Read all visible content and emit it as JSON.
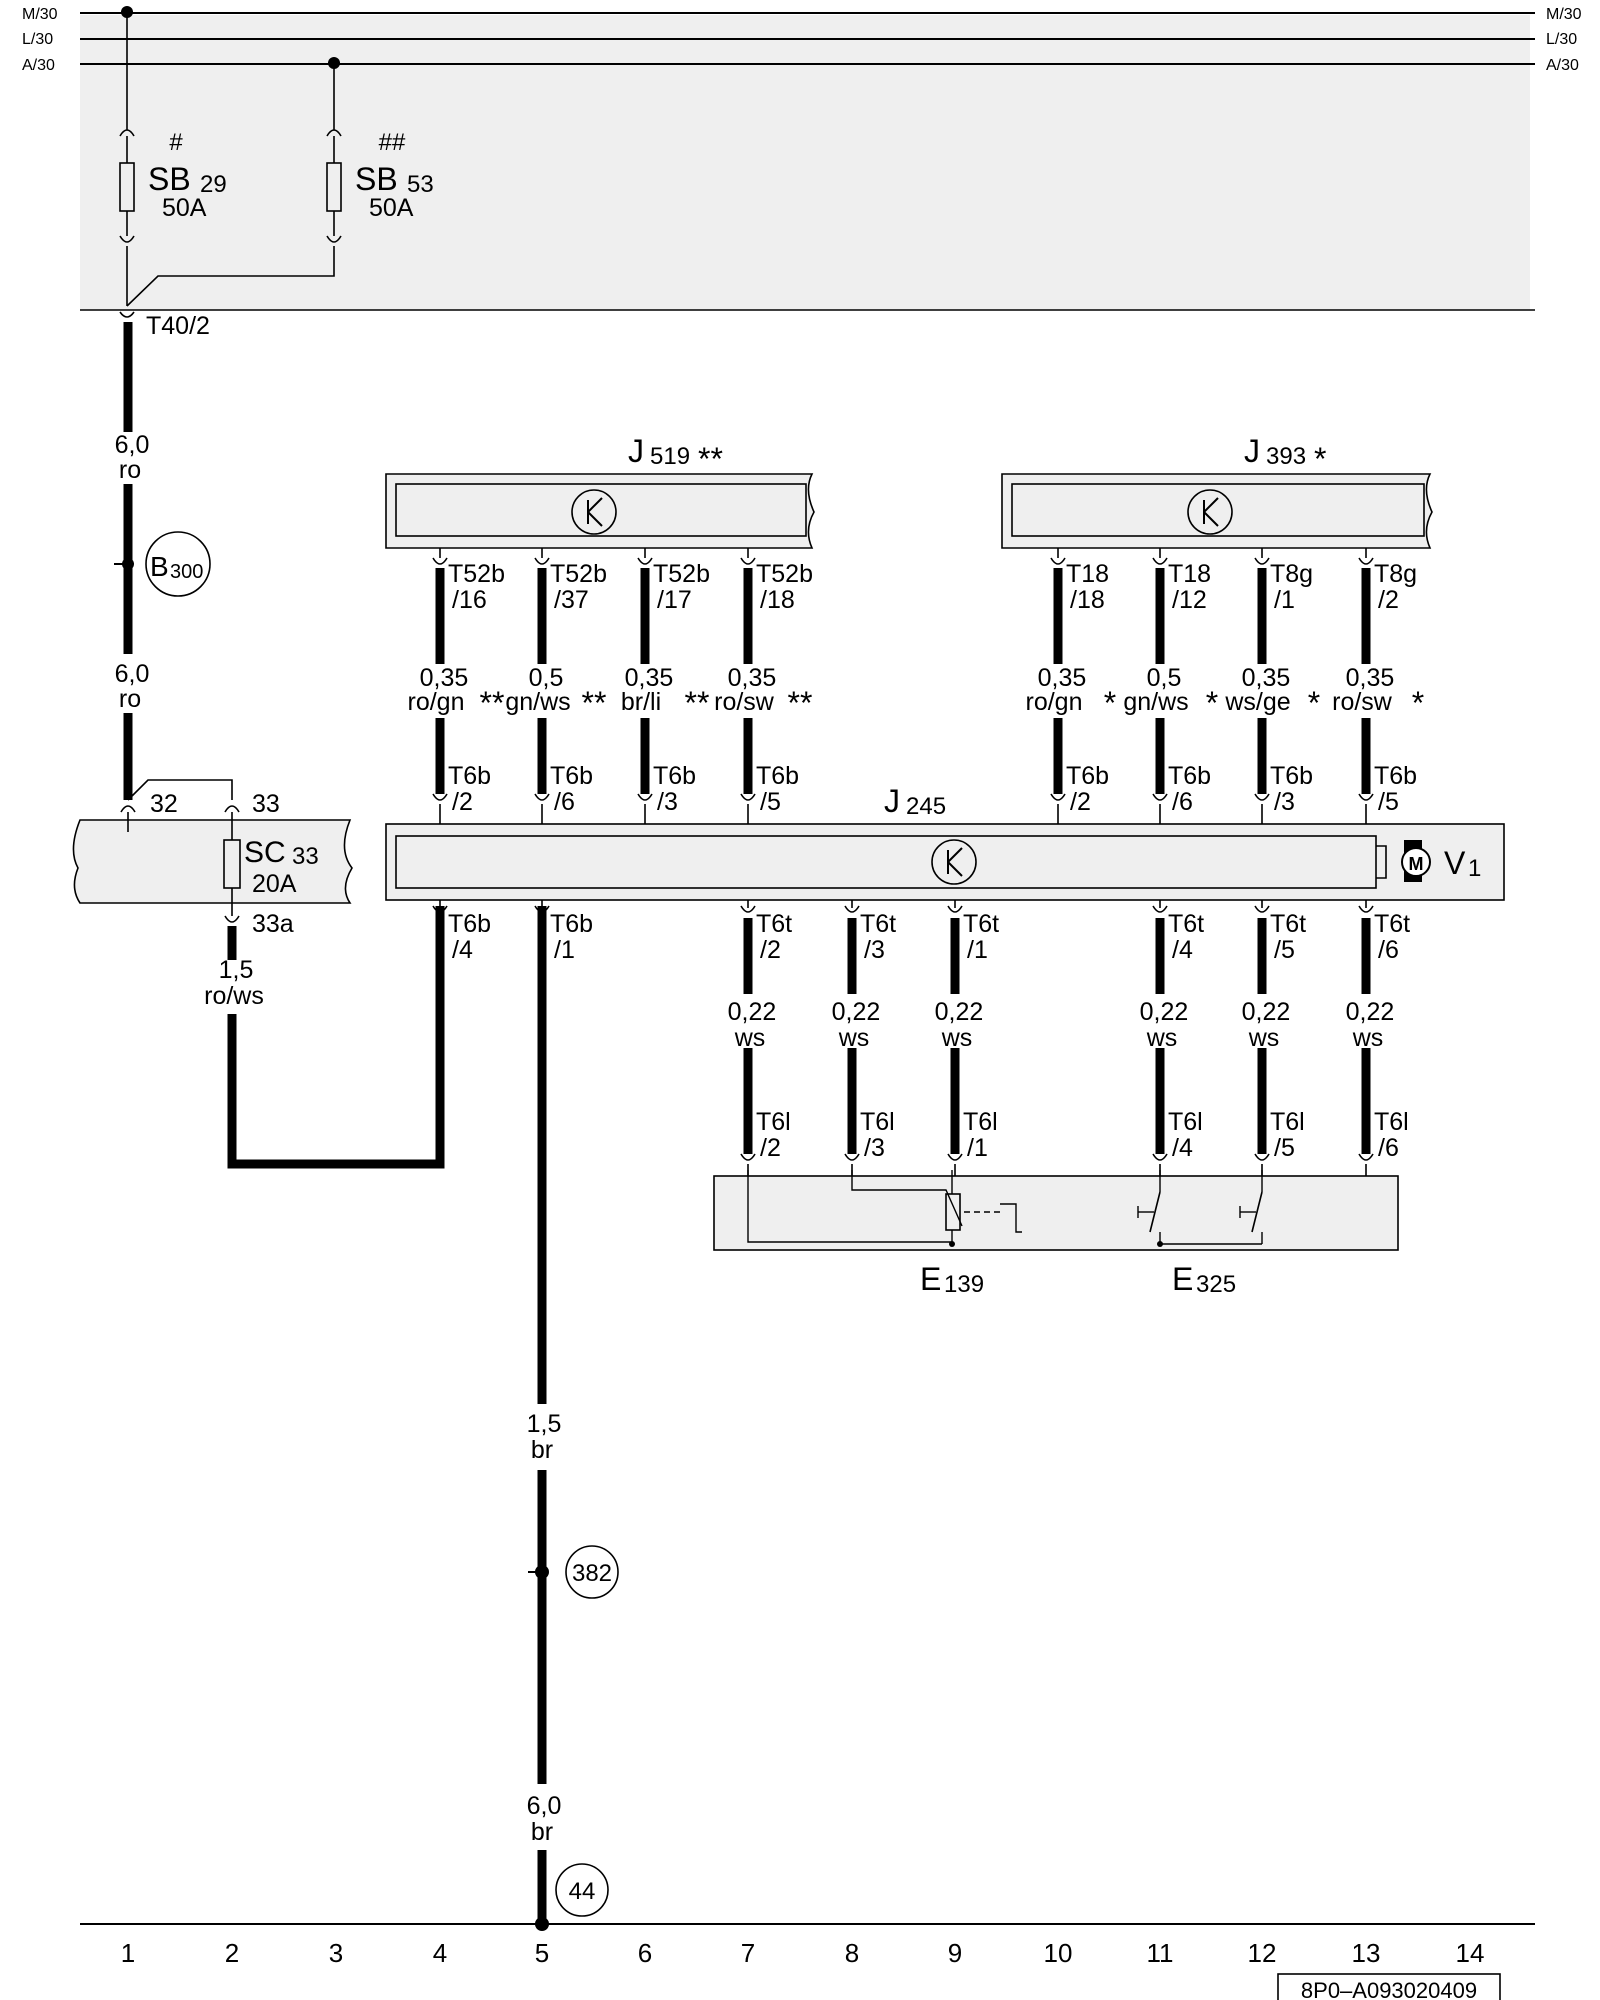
{
  "rails": {
    "m30": "M/30",
    "l30": "L/30",
    "a30": "A/30"
  },
  "fuses": {
    "sb29": {
      "mark": "#",
      "name": "SB",
      "num": "29",
      "rating": "50A"
    },
    "sb53": {
      "mark": "##",
      "name": "SB",
      "num": "53",
      "rating": "50A"
    },
    "sc33": {
      "name": "SC",
      "num": "33",
      "rating": "20A"
    }
  },
  "connectors": {
    "t40": "T40/2",
    "p32": "32",
    "p33": "33",
    "p33a": "33a",
    "j519": [
      {
        "a": "T52b",
        "b": "/16"
      },
      {
        "a": "T52b",
        "b": "/37"
      },
      {
        "a": "T52b",
        "b": "/17"
      },
      {
        "a": "T52b",
        "b": "/18"
      }
    ],
    "j393": [
      {
        "a": "T18",
        "b": "/18"
      },
      {
        "a": "T18",
        "b": "/12"
      },
      {
        "a": "T8g",
        "b": "/1"
      },
      {
        "a": "T8g",
        "b": "/2"
      }
    ],
    "j245_top": [
      {
        "a": "T6b",
        "b": "/2"
      },
      {
        "a": "T6b",
        "b": "/6"
      },
      {
        "a": "T6b",
        "b": "/3"
      },
      {
        "a": "T6b",
        "b": "/5"
      },
      {
        "a": "T6b",
        "b": "/2"
      },
      {
        "a": "T6b",
        "b": "/6"
      },
      {
        "a": "T6b",
        "b": "/3"
      },
      {
        "a": "T6b",
        "b": "/5"
      }
    ],
    "j245_bottom": [
      {
        "a": "T6b",
        "b": "/4"
      },
      {
        "a": "T6b",
        "b": "/1"
      },
      {
        "a": "T6t",
        "b": "/2"
      },
      {
        "a": "T6t",
        "b": "/3"
      },
      {
        "a": "T6t",
        "b": "/1"
      },
      {
        "a": "T6t",
        "b": "/4"
      },
      {
        "a": "T6t",
        "b": "/5"
      },
      {
        "a": "T6t",
        "b": "/6"
      }
    ],
    "t6l": [
      {
        "a": "T6l",
        "b": "/2"
      },
      {
        "a": "T6l",
        "b": "/3"
      },
      {
        "a": "T6l",
        "b": "/1"
      },
      {
        "a": "T6l",
        "b": "/4"
      },
      {
        "a": "T6l",
        "b": "/5"
      },
      {
        "a": "T6l",
        "b": "/6"
      }
    ]
  },
  "wires": {
    "main_top": {
      "size": "6,0",
      "color": "ro"
    },
    "main_mid": {
      "size": "6,0",
      "color": "ro"
    },
    "sc33_out": {
      "size": "1,5",
      "color": "ro/ws"
    },
    "j519": [
      {
        "size": "0,35",
        "color": "ro/gn",
        "mark": "**"
      },
      {
        "size": "0,5",
        "color": "gn/ws",
        "mark": "**"
      },
      {
        "size": "0,35",
        "color": "br/li",
        "mark": "**"
      },
      {
        "size": "0,35",
        "color": "ro/sw",
        "mark": "**"
      }
    ],
    "j393": [
      {
        "size": "0,35",
        "color": "ro/gn",
        "mark": "*"
      },
      {
        "size": "0,5",
        "color": "gn/ws",
        "mark": "*"
      },
      {
        "size": "0,35",
        "color": "ws/ge",
        "mark": "*"
      },
      {
        "size": "0,35",
        "color": "ro/sw",
        "mark": "*"
      }
    ],
    "e_wires": [
      {
        "size": "0,22",
        "color": "ws"
      },
      {
        "size": "0,22",
        "color": "ws"
      },
      {
        "size": "0,22",
        "color": "ws"
      },
      {
        "size": "0,22",
        "color": "ws"
      },
      {
        "size": "0,22",
        "color": "ws"
      },
      {
        "size": "0,22",
        "color": "ws"
      }
    ],
    "ground_upper": {
      "size": "1,5",
      "color": "br"
    },
    "ground_lower": {
      "size": "6,0",
      "color": "br"
    }
  },
  "components": {
    "j519": {
      "name": "J",
      "num": "519",
      "mark": "**"
    },
    "j393": {
      "name": "J",
      "num": "393",
      "mark": "*"
    },
    "j245": {
      "name": "J",
      "num": "245"
    },
    "v1": {
      "name": "V",
      "num": "1"
    },
    "motor": "M",
    "e139": {
      "name": "E",
      "num": "139"
    },
    "e325": {
      "name": "E",
      "num": "325"
    }
  },
  "references": {
    "b300_letter": "B",
    "b300_num": "300",
    "r382": "382",
    "r44": "44"
  },
  "columns": [
    "1",
    "2",
    "3",
    "4",
    "5",
    "6",
    "7",
    "8",
    "9",
    "10",
    "11",
    "12",
    "13",
    "14"
  ],
  "diagram_id": "8P0–A093020409"
}
